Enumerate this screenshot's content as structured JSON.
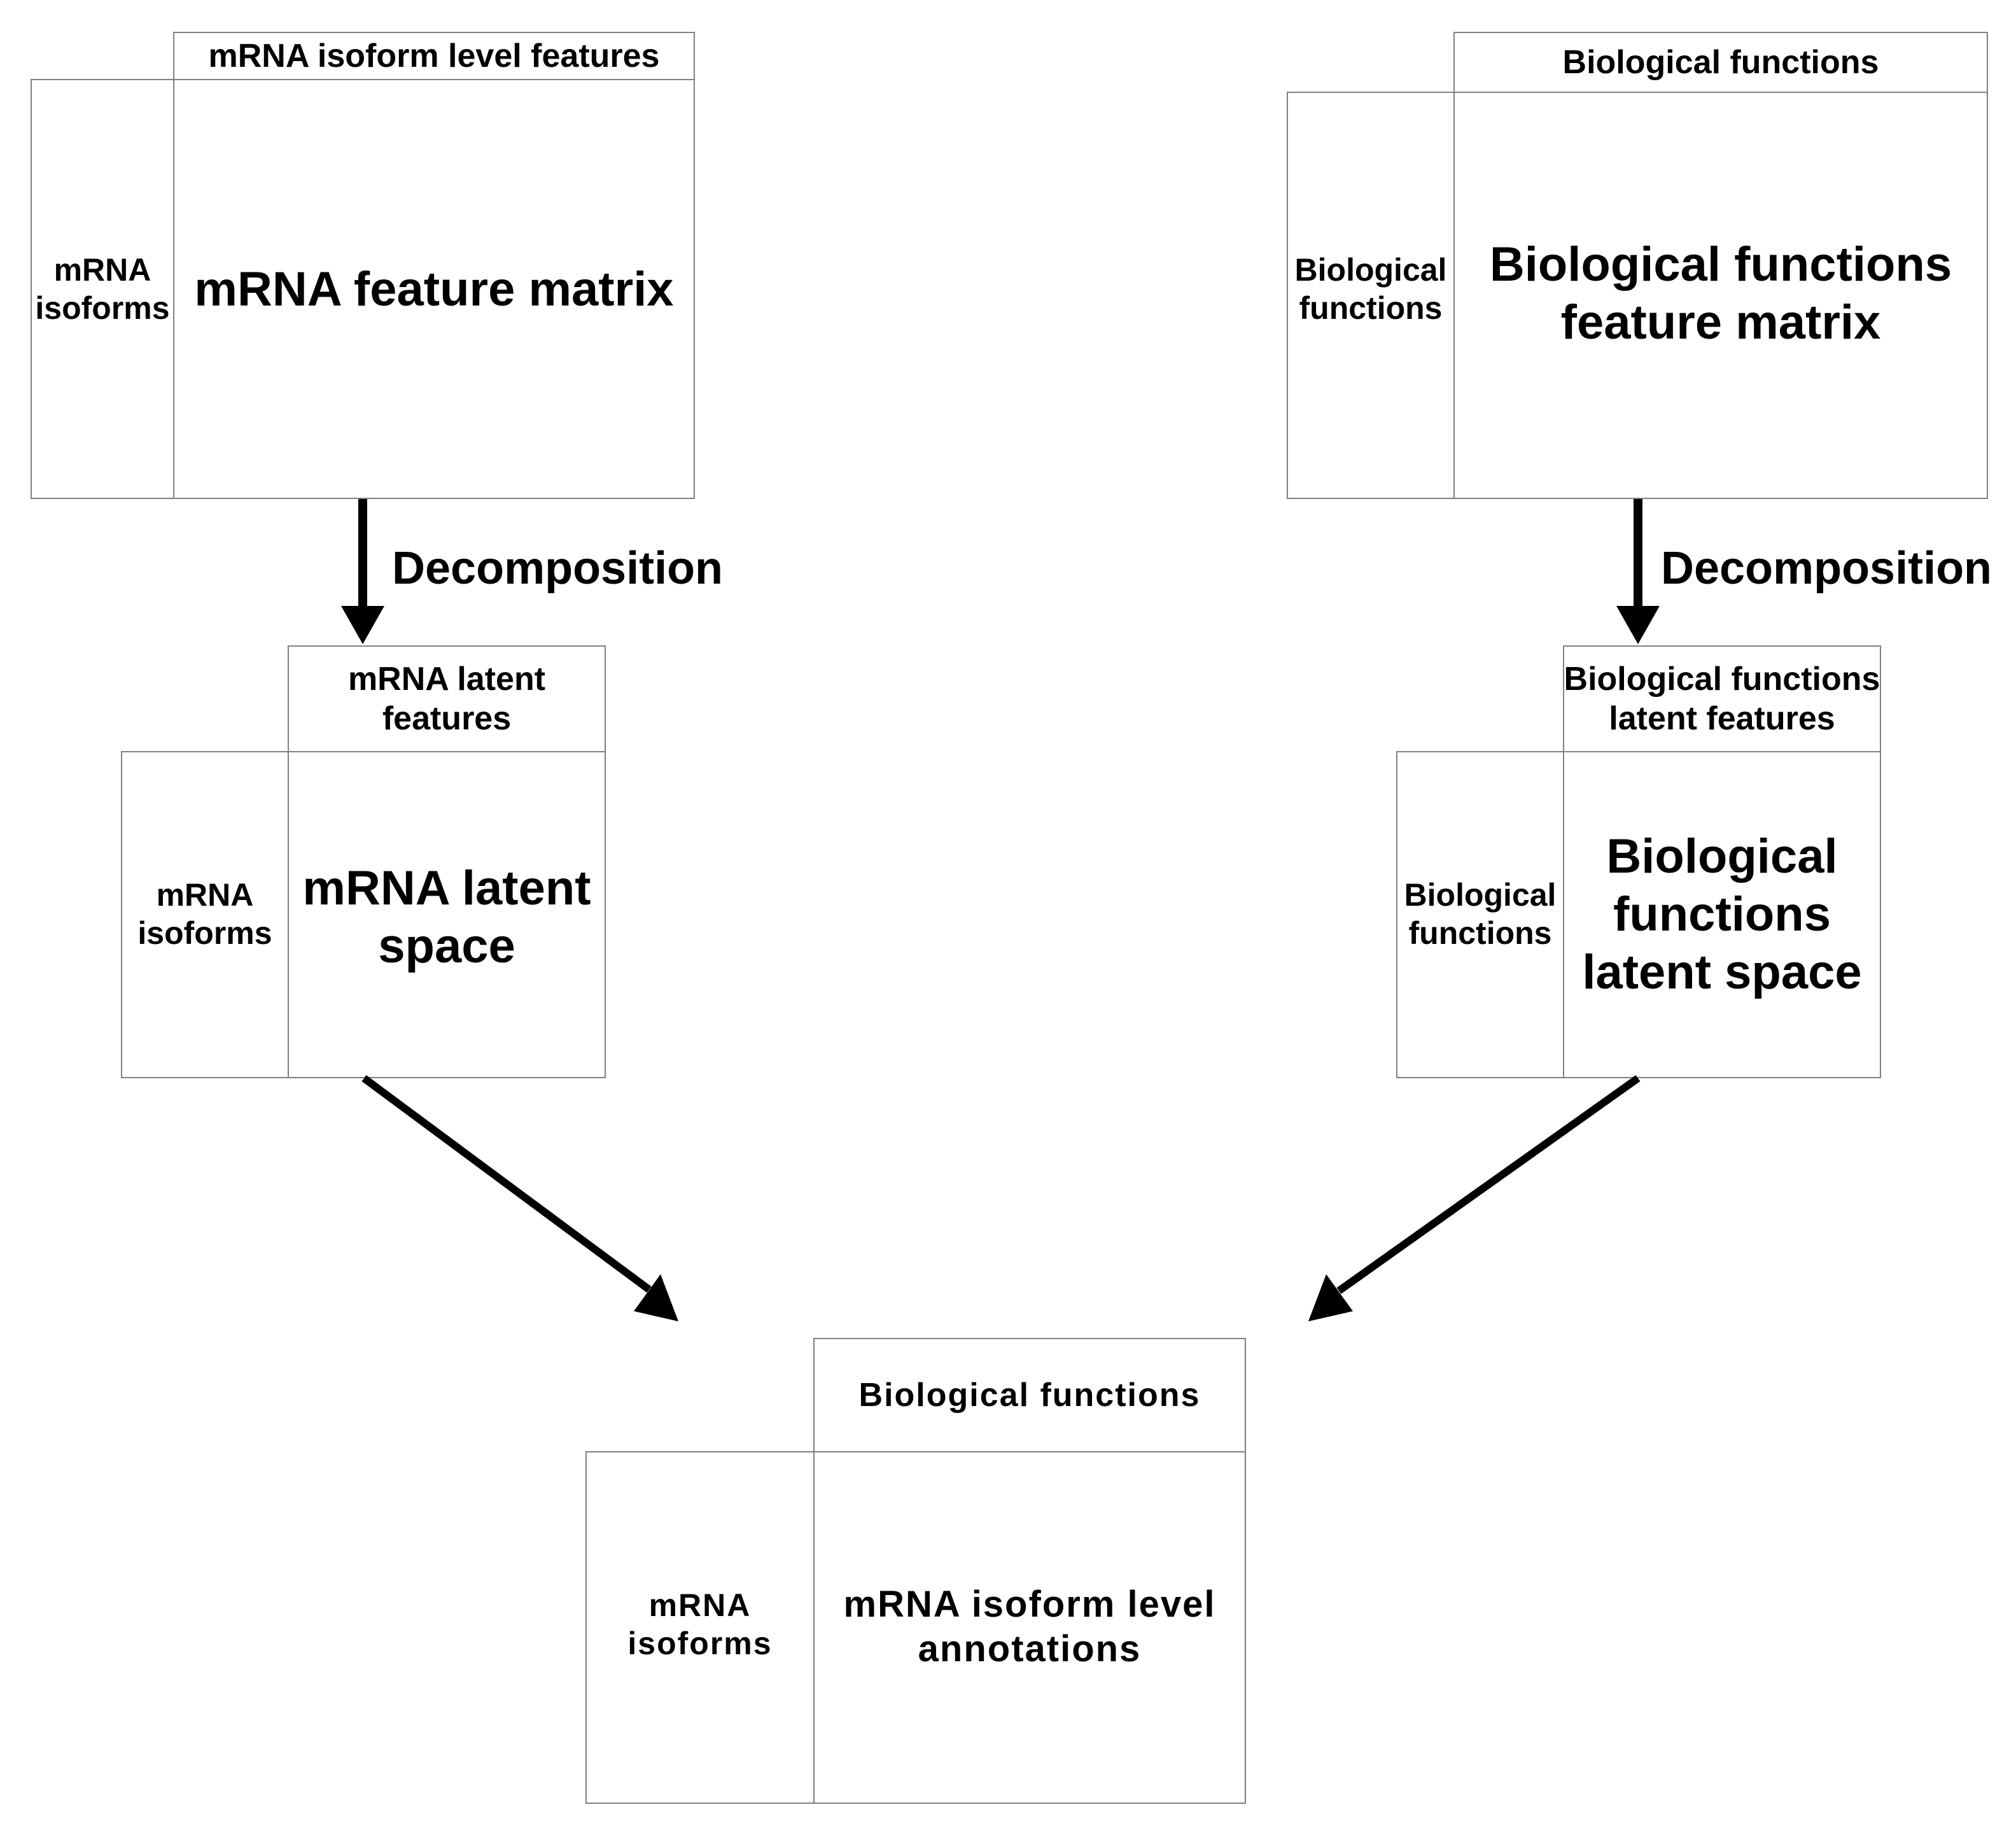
{
  "top_left": {
    "col_header": "mRNA isoform level features",
    "row_header": "mRNA\nisoforms",
    "body": "mRNA feature matrix"
  },
  "top_right": {
    "col_header": "Biological functions",
    "row_header": "Biological\nfunctions",
    "body": "Biological functions\nfeature matrix"
  },
  "mid_left": {
    "col_header": "mRNA latent\nfeatures",
    "row_header": "mRNA\nisoforms",
    "body": "mRNA latent\nspace"
  },
  "mid_right": {
    "col_header": "Biological functions\nlatent features",
    "row_header": "Biological\nfunctions",
    "body": "Biological\nfunctions\nlatent space"
  },
  "bottom": {
    "col_header": "Biological functions",
    "row_header": "mRNA\nisoforms",
    "body": "mRNA isoform level\nannotations"
  },
  "edges": {
    "left_decomposition": "Decomposition",
    "right_decomposition": "Decomposition"
  }
}
